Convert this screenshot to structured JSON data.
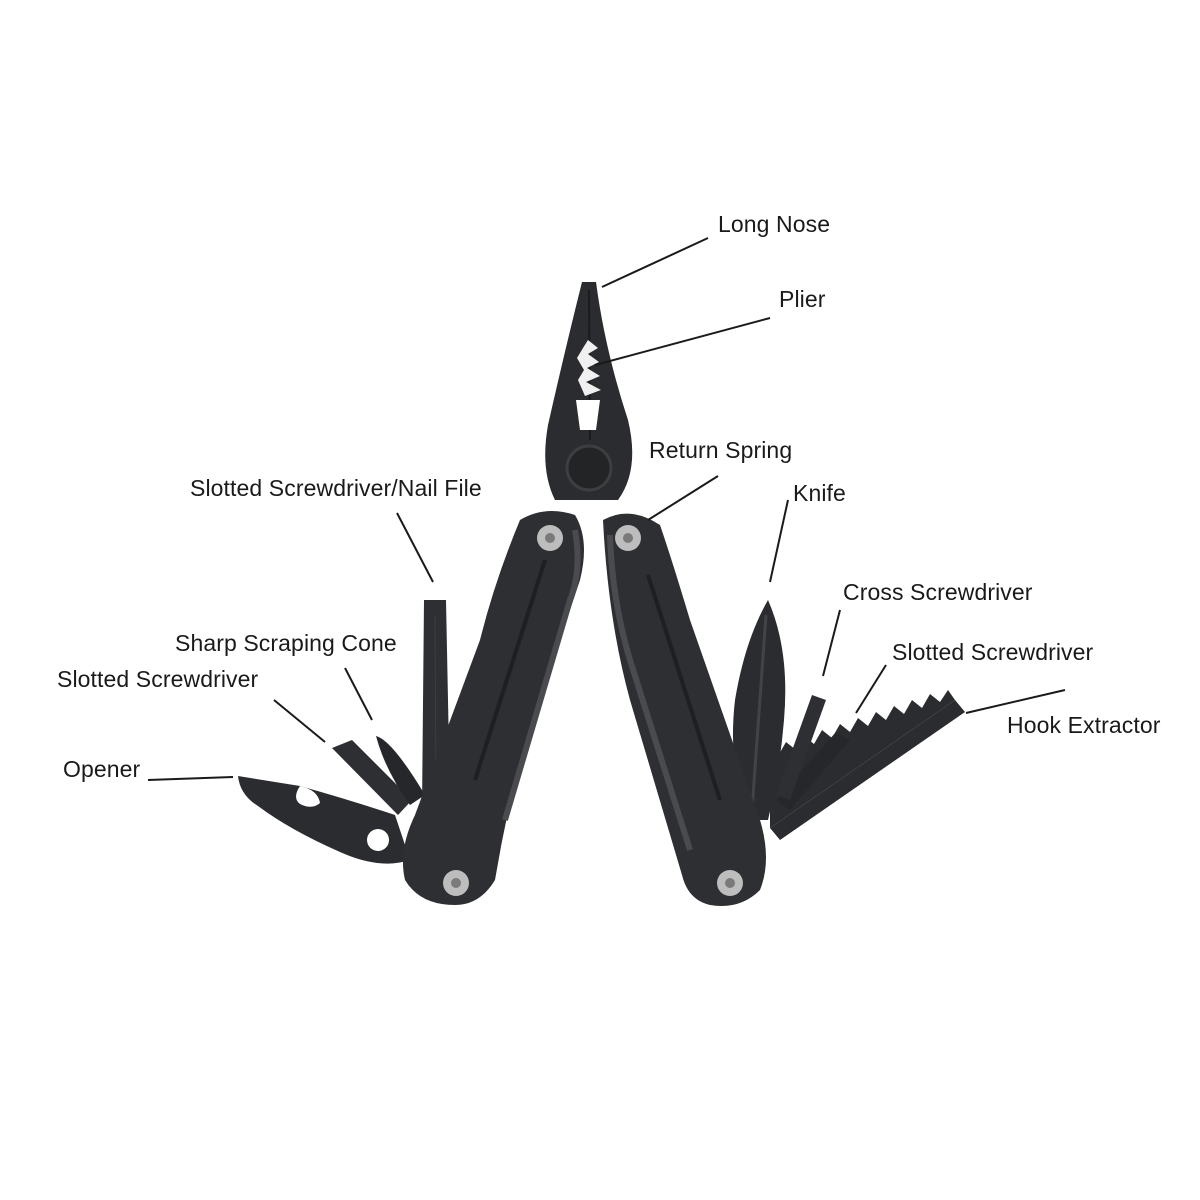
{
  "diagram": {
    "colors": {
      "background": "#ffffff",
      "tool_body": "#2e2f32",
      "tool_dark": "#1c1d1f",
      "tool_highlight": "#4a4b4f",
      "screw": "#b9b9b9",
      "leader_line": "#1a1a1a",
      "label_text": "#1a1a1a"
    },
    "labels": {
      "long_nose": "Long Nose",
      "plier": "Plier",
      "return_spring": "Return Spring",
      "knife": "Knife",
      "slotted_screwdriver_nail_file": "Slotted Screwdriver/Nail File",
      "cross_screwdriver": "Cross Screwdriver",
      "slotted_screwdriver_right": "Slotted Screwdriver",
      "sharp_scraping_cone": "Sharp Scraping Cone",
      "slotted_screwdriver_left": "Slotted Screwdriver",
      "hook_extractor": "Hook Extractor",
      "opener": "Opener"
    }
  }
}
